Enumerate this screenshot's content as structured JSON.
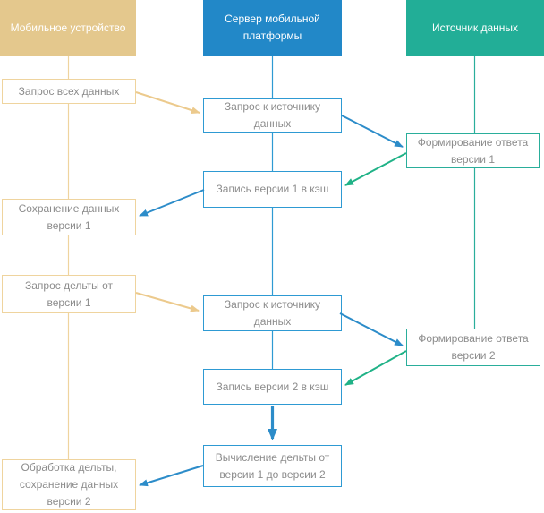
{
  "lanes": {
    "mobile": {
      "title": "Мобильное устройство"
    },
    "server": {
      "title": "Сервер мобильной\nплатформы"
    },
    "source": {
      "title": "Источник данных"
    }
  },
  "nodes": {
    "request_all_data": {
      "label": "Запрос всех данных",
      "lane": "mobile"
    },
    "request_to_source_1": {
      "label": "Запрос к источнику\nданных",
      "lane": "server"
    },
    "form_response_v1": {
      "label": "Формирование ответа\nверсии 1",
      "lane": "source"
    },
    "write_v1_to_cache": {
      "label": "Запись версии 1 в кэш",
      "lane": "server"
    },
    "save_data_v1": {
      "label": "Сохранение данных\nверсии 1",
      "lane": "mobile"
    },
    "request_delta_from_v1": {
      "label": "Запрос дельты от\nверсии 1",
      "lane": "mobile"
    },
    "request_to_source_2": {
      "label": "Запрос к источнику\nданных",
      "lane": "server"
    },
    "form_response_v2": {
      "label": "Формирование ответа\nверсии 2",
      "lane": "source"
    },
    "write_v2_to_cache": {
      "label": "Запись версии 2 в кэш",
      "lane": "server"
    },
    "compute_delta": {
      "label": "Вычисление дельты от\nверсии 1 до версии 2",
      "lane": "server"
    },
    "process_delta_save_v2": {
      "label": "Обработка дельты,\nсохранение данных\nверсии 2",
      "lane": "mobile"
    }
  },
  "colors": {
    "mobile_header_bg": "#E4C88D",
    "mobile_border": "#EFD49E",
    "mobile_arrow": "#ECCA8D",
    "server_header_bg": "#2288C8",
    "server_border": "#2E9AD3",
    "server_arrow": "#2C8CC9",
    "source_header_bg": "#22AE97",
    "source_border": "#2AAE9B",
    "source_arrow": "#20B287",
    "node_text": "#8C8C8C",
    "header_text": "#FFFFFF"
  }
}
